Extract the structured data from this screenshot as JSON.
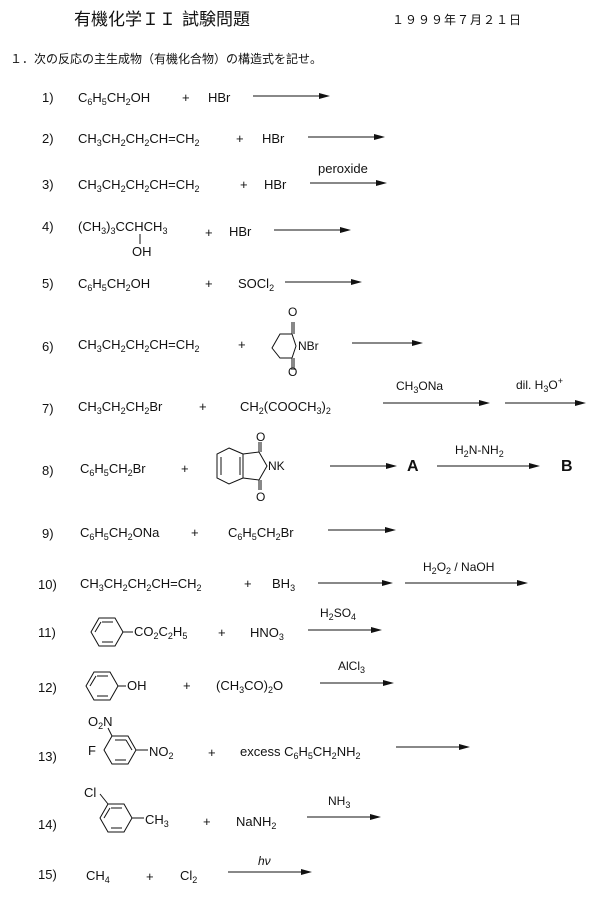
{
  "header": {
    "course": "有機化学ＩＩ",
    "title": "試験問題",
    "date": "１９９９年７月２１日"
  },
  "question": "１．次の反応の主生成物（有機化合物）の構造式を記せ。",
  "reactions": [
    {
      "n": "1)",
      "a": "C6H5CH2OH",
      "plus": "+",
      "b": "HBr"
    },
    {
      "n": "2)",
      "a": "CH3CH2CH2CH=CH2",
      "plus": "+",
      "b": "HBr"
    },
    {
      "n": "3)",
      "a": "CH3CH2CH2CH=CH2",
      "plus": "+",
      "b": "HBr",
      "cond": "peroxide"
    },
    {
      "n": "4)",
      "a": "(CH3)3CCHCH3",
      "a_sub": "OH",
      "plus": "+",
      "b": "HBr"
    },
    {
      "n": "5)",
      "a": "C6H5CH2OH",
      "plus": "+",
      "b": "SOCl2"
    },
    {
      "n": "6)",
      "a": "CH3CH2CH2CH=CH2",
      "plus": "+",
      "b_o1": "O",
      "b_o2": "O",
      "b_n": "NBr"
    },
    {
      "n": "7)",
      "a": "CH3CH2CH2Br",
      "plus": "+",
      "b": "CH2(COOCH3)2",
      "cond1": "CH3ONa",
      "cond2": "dil. H3O+"
    },
    {
      "n": "8)",
      "a": "C6H5CH2Br",
      "plus": "+",
      "b_o1": "O",
      "b_o2": "O",
      "b_n": "NK",
      "prodA": "A",
      "cond": "H2N-NH2",
      "prodB": "B"
    },
    {
      "n": "9)",
      "a": "C6H5CH2ONa",
      "plus": "+",
      "b": "C6H5CH2Br"
    },
    {
      "n": "10)",
      "a": "CH3CH2CH2CH=CH2",
      "plus": "+",
      "b": "BH3",
      "cond": "H2O2 / NaOH"
    },
    {
      "n": "11)",
      "a_sub": "CO2C2H5",
      "plus": "+",
      "b": "HNO3",
      "cond": "H2SO4"
    },
    {
      "n": "12)",
      "a_sub": "OH",
      "plus": "+",
      "b": "(CH3CO)2O",
      "cond": "AlCl3"
    },
    {
      "n": "13)",
      "a_s1": "O2N",
      "a_s2": "F",
      "a_s3": "NO2",
      "plus": "+",
      "b": "excess C6H5CH2NH2"
    },
    {
      "n": "14)",
      "a_s1": "Cl",
      "a_s2": "CH3",
      "plus": "+",
      "b": "NaNH2",
      "cond": "NH3"
    },
    {
      "n": "15)",
      "a": "CH4",
      "plus": "+",
      "b": "Cl2",
      "cond": "hν"
    }
  ]
}
